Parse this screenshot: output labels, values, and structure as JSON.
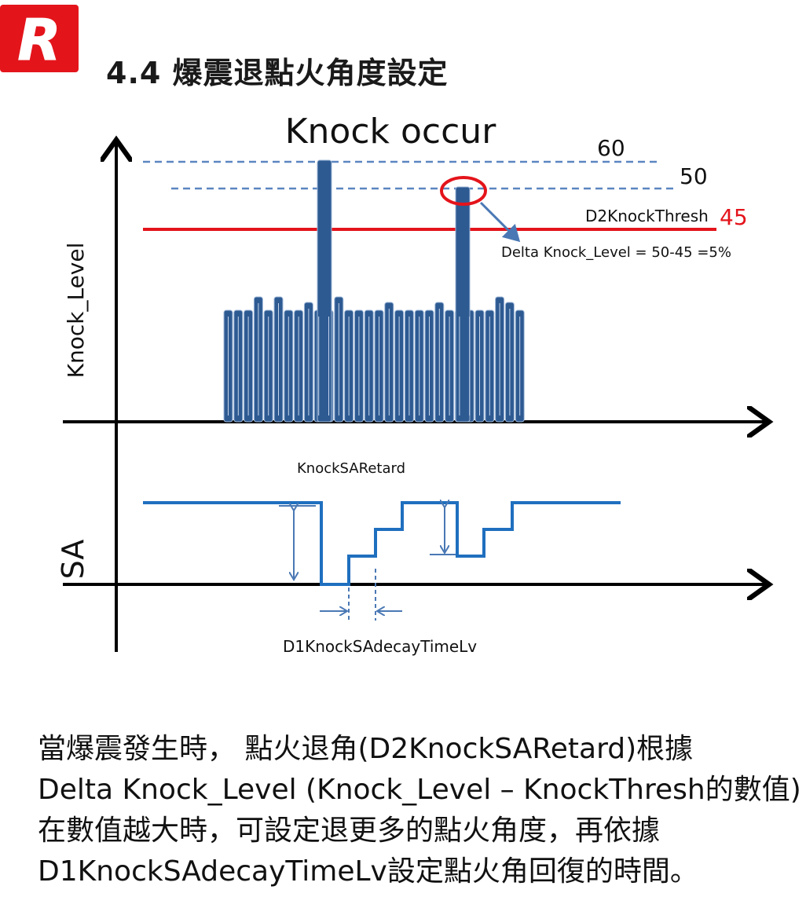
{
  "header": {
    "section_title": "4.4 爆震退點火角度設定"
  },
  "logo": {
    "letter": "R",
    "color": "#e4141b"
  },
  "diagram": {
    "title": "Knock occur",
    "y_axis_top_label": "Knock_Level",
    "y_axis_bottom_label": "SA",
    "level_60_label": "60",
    "level_50_label": "50",
    "threshold_name": "D2KnockThresh",
    "threshold_value": "45",
    "delta_annotation": "Delta Knock_Level = 50-45 =5%",
    "retard_label": "KnockSARetard",
    "decay_label": "D1KnockSAdecayTimeLv",
    "knock_bar_color": "#2e5a92",
    "threshold_color": "#e4141b",
    "sa_line_color": "#1f6fbf",
    "annotation_color": "#4a78b4"
  },
  "explanation": {
    "lines": [
      "當爆震發生時， 點火退角(D2KnockSARetard)根據",
      "Delta Knock_Level (Knock_Level – KnockThresh的數值)",
      "在數值越大時，可設定退更多的點火角度，再依據",
      "D1KnockSAdecayTimeLv設定點火角回復的時間。"
    ]
  }
}
